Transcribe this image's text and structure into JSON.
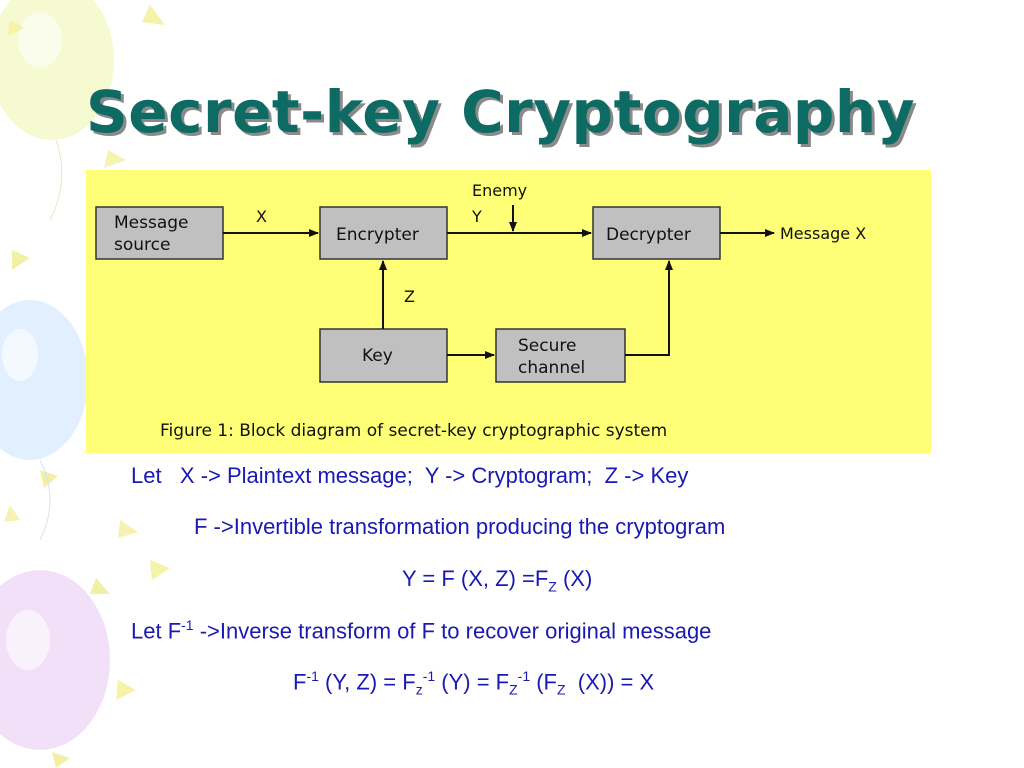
{
  "slide": {
    "title": "Secret-key Cryptography"
  },
  "figure": {
    "boxes": {
      "message_source_line1": "Message",
      "message_source_line2": "source",
      "encrypter": "Encrypter",
      "decrypter": "Decrypter",
      "key": "Key",
      "secure_channel_line1": "Secure",
      "secure_channel_line2": "channel"
    },
    "labels": {
      "x": "X",
      "y": "Y",
      "z": "Z",
      "enemy": "Enemy",
      "message_out": "Message X"
    },
    "caption": "Figure 1: Block diagram of secret-key cryptographic system"
  },
  "body": {
    "line1": "Let   X -> Plaintext message;  Y -> Cryptogram;  Z -> Key",
    "line2": "F ->Invertible transformation producing the cryptogram",
    "line3": {
      "a": "Y = F (X, Z) =F",
      "sub1": "Z",
      "b": " (X)"
    },
    "line4": {
      "a": "Let F",
      "sup1": "-1",
      "b": " ->Inverse transform of F to recover original message"
    },
    "line5": {
      "a": "F",
      "sup1": "-1",
      "b": " (Y, Z) = F",
      "sub1": "z",
      "sup2": "-1",
      "c": " (Y) = F",
      "sub2": "Z",
      "sup3": "-1",
      "d": " (F",
      "sub3": "Z",
      "e": "  (X)) = X"
    }
  },
  "colors": {
    "title": "#0e6b63",
    "body_text": "#1919b3",
    "figure_background": "#ffff77",
    "box_fill": "#c0c0c0"
  }
}
